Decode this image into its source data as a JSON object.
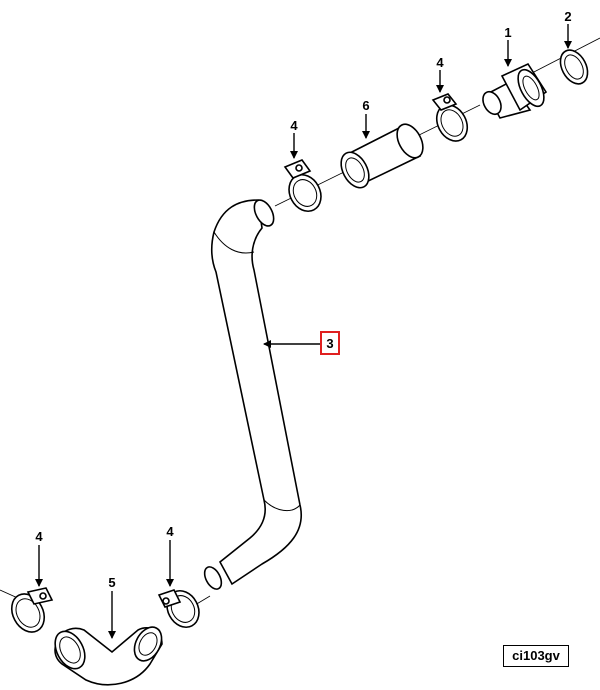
{
  "diagram": {
    "reference_code": "ci103gv",
    "highlight_color": "#e02020",
    "callouts": {
      "c1": "1",
      "c2": "2",
      "c3": "3",
      "c4a": "4",
      "c4b": "4",
      "c4c": "4",
      "c4d": "4",
      "c5": "5",
      "c6": "6"
    },
    "parts": [
      {
        "number": "1",
        "icon": "fitting-adapter-icon"
      },
      {
        "number": "2",
        "icon": "o-ring-icon"
      },
      {
        "number": "3",
        "icon": "hose-icon"
      },
      {
        "number": "4",
        "icon": "hose-clamp-icon"
      },
      {
        "number": "5",
        "icon": "elbow-hose-icon"
      },
      {
        "number": "6",
        "icon": "hose-coupler-icon"
      }
    ]
  }
}
